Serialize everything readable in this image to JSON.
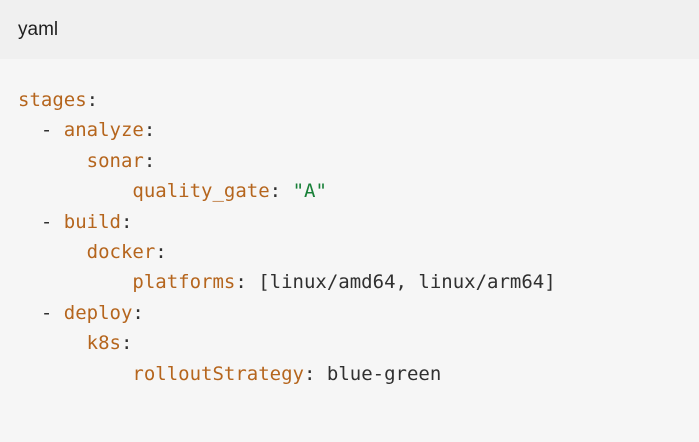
{
  "header": {
    "language": "yaml"
  },
  "code": {
    "lines": [
      {
        "indent": "",
        "dash": "",
        "key": "stages",
        "sep": ":",
        "value": "",
        "value_type": ""
      },
      {
        "indent": "  ",
        "dash": "- ",
        "key": "analyze",
        "sep": ":",
        "value": "",
        "value_type": ""
      },
      {
        "indent": "      ",
        "dash": "",
        "key": "sonar",
        "sep": ":",
        "value": "",
        "value_type": ""
      },
      {
        "indent": "          ",
        "dash": "",
        "key": "quality_gate",
        "sep": ": ",
        "value": "\"A\"",
        "value_type": "string"
      },
      {
        "indent": "  ",
        "dash": "- ",
        "key": "build",
        "sep": ":",
        "value": "",
        "value_type": ""
      },
      {
        "indent": "      ",
        "dash": "",
        "key": "docker",
        "sep": ":",
        "value": "",
        "value_type": ""
      },
      {
        "indent": "          ",
        "dash": "",
        "key": "platforms",
        "sep": ": ",
        "value": "[linux/amd64, linux/arm64]",
        "value_type": "plain"
      },
      {
        "indent": "  ",
        "dash": "- ",
        "key": "deploy",
        "sep": ":",
        "value": "",
        "value_type": ""
      },
      {
        "indent": "      ",
        "dash": "",
        "key": "k8s",
        "sep": ":",
        "value": "",
        "value_type": ""
      },
      {
        "indent": "          ",
        "dash": "",
        "key": "rolloutStrategy",
        "sep": ": ",
        "value": "blue-green",
        "value_type": "plain"
      }
    ]
  },
  "colors": {
    "key": "#b5651d",
    "string": "#188038",
    "plain": "#303030",
    "header_bg": "#f0f0f0",
    "body_bg": "#f6f6f6"
  }
}
